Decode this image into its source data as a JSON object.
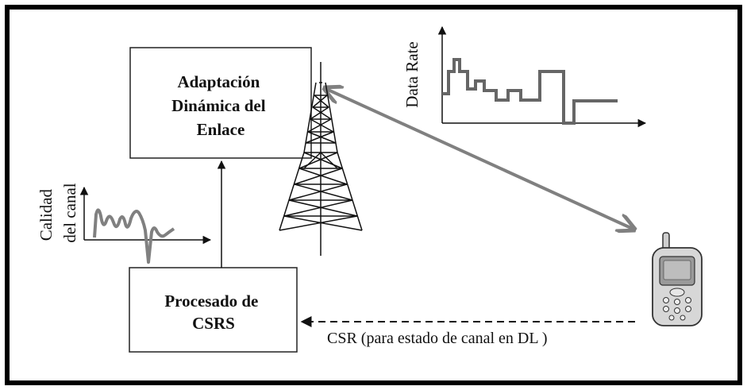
{
  "boxes": {
    "adaptation": {
      "lines": [
        "Adaptación",
        "Dinámica del",
        "Enlace"
      ]
    },
    "processing": {
      "lines": [
        "Procesado de",
        "CSRS"
      ]
    }
  },
  "labels": {
    "data_rate": "Data Rate",
    "channel_quality": [
      "Calidad",
      "del canal"
    ],
    "csr_link": "CSR (para estado de canal en DL )"
  },
  "icons": {
    "tower": "cell-tower-icon",
    "phone": "mobile-phone-icon"
  },
  "colors": {
    "frame": "#000000",
    "line": "#222222",
    "signal": "#808080"
  }
}
